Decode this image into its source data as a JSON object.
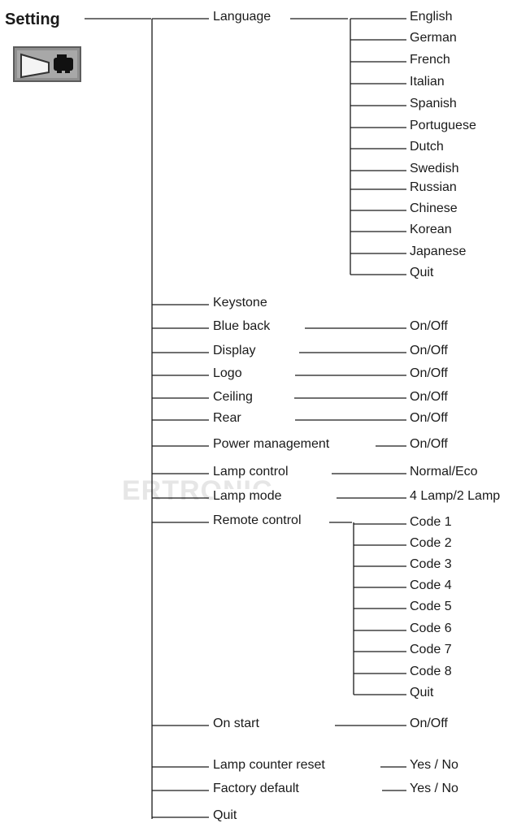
{
  "title": "Setting",
  "icon": "projector-setting-icon",
  "colors": {
    "line": "#1a1a1a",
    "text": "#1a1a1a",
    "icon_frame": "#8f8f8f"
  },
  "watermark": "ERTRONIC",
  "menu": {
    "language": {
      "label": "Language",
      "options": [
        "English",
        "German",
        "French",
        "Italian",
        "Spanish",
        "Portuguese",
        "Dutch",
        "Swedish",
        "Russian",
        "Chinese",
        "Korean",
        "Japanese",
        "Quit"
      ]
    },
    "keystone": {
      "label": "Keystone"
    },
    "blue_back": {
      "label": "Blue back",
      "value": "On/Off"
    },
    "display": {
      "label": "Display",
      "value": "On/Off"
    },
    "logo": {
      "label": "Logo",
      "value": "On/Off"
    },
    "ceiling": {
      "label": "Ceiling",
      "value": "On/Off"
    },
    "rear": {
      "label": "Rear",
      "value": "On/Off"
    },
    "power_management": {
      "label": "Power management",
      "value": "On/Off"
    },
    "lamp_control": {
      "label": "Lamp control",
      "value": "Normal/Eco"
    },
    "lamp_mode": {
      "label": "Lamp mode",
      "value": "4 Lamp/2 Lamp"
    },
    "remote_control": {
      "label": "Remote control",
      "options": [
        "Code 1",
        "Code 2",
        "Code 3",
        "Code 4",
        "Code 5",
        "Code 6",
        "Code 7",
        "Code 8",
        "Quit"
      ]
    },
    "on_start": {
      "label": "On start",
      "value": "On/Off"
    },
    "lamp_counter_reset": {
      "label": "Lamp counter reset",
      "value": "Yes / No"
    },
    "factory_default": {
      "label": "Factory default",
      "value": "Yes / No"
    },
    "quit": {
      "label": "Quit"
    }
  }
}
